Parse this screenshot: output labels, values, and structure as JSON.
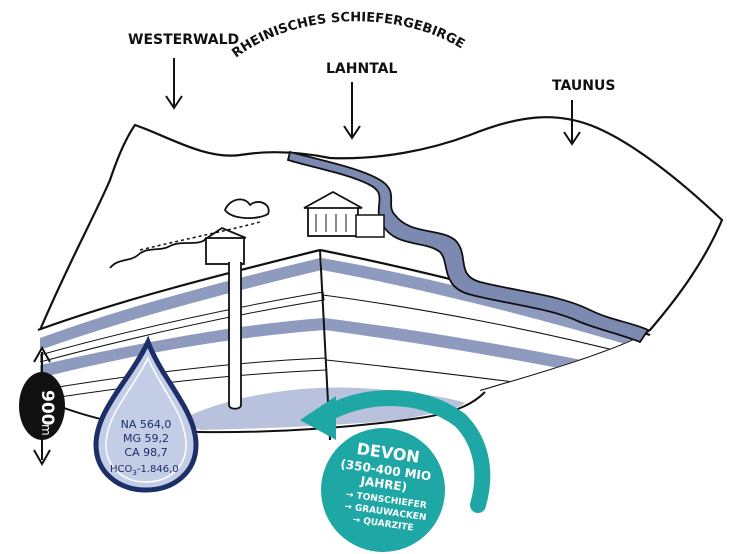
{
  "labels": {
    "westerwald": "WESTERWALD",
    "rheinisches": "RHEINISCHES SCHIEFERGEBIRGE",
    "lahntal": "LAHNTAL",
    "taunus": "TAUNUS"
  },
  "depth": {
    "value": "900",
    "unit": "m"
  },
  "drop": {
    "na": "NA 564,0",
    "mg": "MG 59,2",
    "ca": "CA 98,7",
    "hco3_a": "HCO",
    "hco3_sub": "3",
    "hco3_b": "-1.846,0"
  },
  "devon": {
    "title": "DEVON",
    "years": "(350-400 MIO",
    "years2": "JAHRE)",
    "items": [
      "TONSCHIEFER",
      "GRAUWACKEN",
      "QUARZITE"
    ]
  },
  "colors": {
    "layer": "#8E9ABE",
    "river": "#7C8AB2",
    "bluedrop": "#C3CDE6",
    "dropOutline": "#1C2F66",
    "teal": "#1FA7A5",
    "ink": "#111111"
  }
}
